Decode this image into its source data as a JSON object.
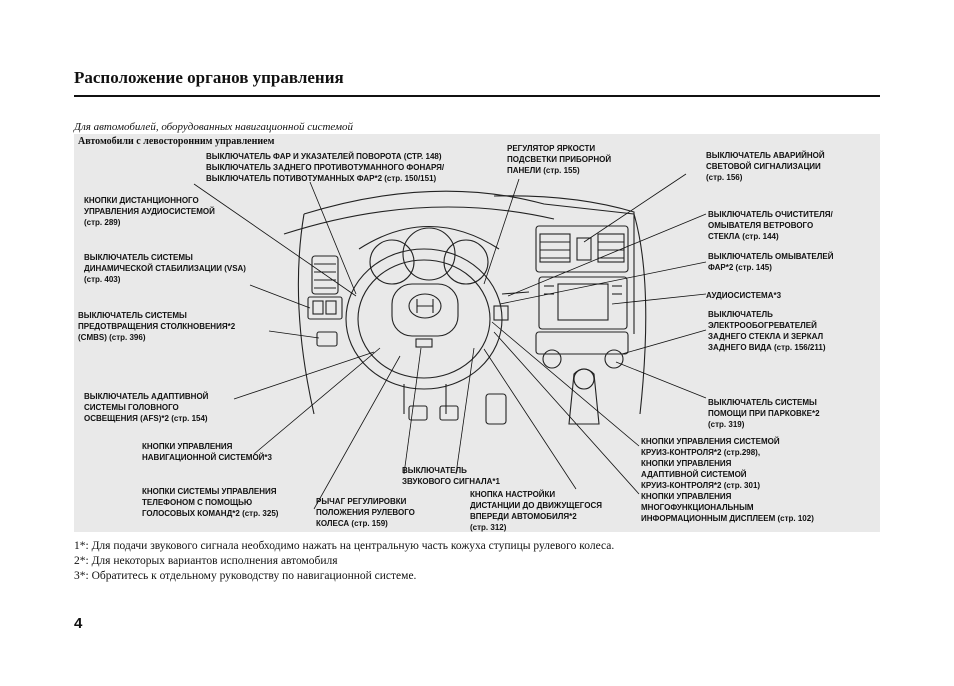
{
  "page": {
    "title": "Расположение органов управления",
    "subtitle": "Для автомобилей, оборудованных навигационной системой",
    "panel_label": "Автомобили с левосторонним управлением",
    "page_number": "4"
  },
  "callouts": {
    "headlights": "ВЫКЛЮЧАТЕЛЬ ФАР И УКАЗАТЕЛЕЙ ПОВОРОТА (СТР. 148)\nВЫКЛЮЧАТЕЛЬ ЗАДНЕГО ПРОТИВОТУМАННОГО ФОНАРЯ/\nВЫКЛЮЧАТЕЛЬ ПОТИВОТУМАННЫХ ФАР*2 (стр. 150/151)",
    "audio_remote": "КНОПКИ ДИСТАНЦИОННОГО\nУПРАВЛЕНИЯ АУДИОСИСТЕМОЙ\n(стр. 289)",
    "vsa": "ВЫКЛЮЧАТЕЛЬ СИСТЕМЫ\nДИНАМИЧЕСКОЙ СТАБИЛИЗАЦИИ (VSA)\n(стр. 403)",
    "cmbs": "ВЫКЛЮЧАТЕЛЬ СИСТЕМЫ\nПРЕДОТВРАЩЕНИЯ СТОЛКНОВЕНИЯ*2\n(CMBS) (стр. 396)",
    "afs": "ВЫКЛЮЧАТЕЛЬ АДАПТИВНОЙ\nСИСТЕМЫ ГОЛОВНОГО\nОСВЕЩЕНИЯ (AFS)*2 (стр. 154)",
    "nav_buttons": "КНОПКИ УПРАВЛЕНИЯ\nНАВИГАЦИОННОЙ СИСТЕМОЙ*3",
    "phone": "КНОПКИ СИСТЕМЫ УПРАВЛЕНИЯ\nТЕЛЕФОНОМ С ПОМОЩЬЮ\nГОЛОСОВЫХ КОМАНД*2 (стр. 325)",
    "steering_adjust": "РЫЧАГ РЕГУЛИРОВКИ\nПОЛОЖЕНИЯ РУЛЕВОГО\nКОЛЕСА (стр. 159)",
    "horn": "ВЫКЛЮЧАТЕЛЬ\nЗВУКОВОГО СИГНАЛА*1",
    "distance": "КНОПКА НАСТРОЙКИ\nДИСТАНЦИИ ДО ДВИЖУЩЕГОСЯ\nВПЕРЕДИ АВТОМОБИЛЯ*2\n(стр. 312)",
    "brightness": "РЕГУЛЯТОР ЯРКОСТИ\nПОДСВЕТКИ ПРИБОРНОЙ\nПАНЕЛИ (стр. 155)",
    "hazard": "ВЫКЛЮЧАТЕЛЬ АВАРИЙНОЙ\nСВЕТОВОЙ СИГНАЛИЗАЦИИ\n(стр. 156)",
    "wiper": "ВЫКЛЮЧАТЕЛЬ ОЧИСТИТЕЛЯ/\nОМЫВАТЕЛЯ ВЕТРОВОГО\nСТЕКЛА (стр. 144)",
    "headlight_washer": "ВЫКЛЮЧАТЕЛЬ ОМЫВАТЕЛЕЙ\nФАР*2 (стр. 145)",
    "audio": "АУДИОСИСТЕМА*3",
    "defroster": "ВЫКЛЮЧАТЕЛЬ\nЭЛЕКТРООБОГРЕВАТЕЛЕЙ\nЗАДНЕГО СТЕКЛА И ЗЕРКАЛ\nЗАДНЕГО ВИДА (стр. 156/211)",
    "parking": "ВЫКЛЮЧАТЕЛЬ СИСТЕМЫ\nПОМОЩИ ПРИ ПАРКОВКЕ*2\n(стр. 319)",
    "cruise": "КНОПКИ УПРАВЛЕНИЯ СИСТЕМОЙ\nКРУИЗ-КОНТРОЛЯ*2 (стр.298),\nКНОПКИ УПРАВЛЕНИЯ\nАДАПТИВНОЙ СИСТЕМОЙ\nКРУИЗ-КОНТРОЛЯ*2 (стр. 301)",
    "mid": "КНОПКИ УПРАВЛЕНИЯ\nМНОГОФУНКЦИОНАЛЬНЫМ\nИНФОРМАЦИОННЫМ ДИСПЛЕЕМ (стр. 102)"
  },
  "footnotes": [
    "1*: Для подачи звукового сигнала необходимо нажать на центральную часть кожуха ступицы рулевого колеса.",
    "2*: Для некоторых вариантов исполнения автомобиля",
    "3*: Обратитесь к отдельному руководству по навигационной системе."
  ]
}
